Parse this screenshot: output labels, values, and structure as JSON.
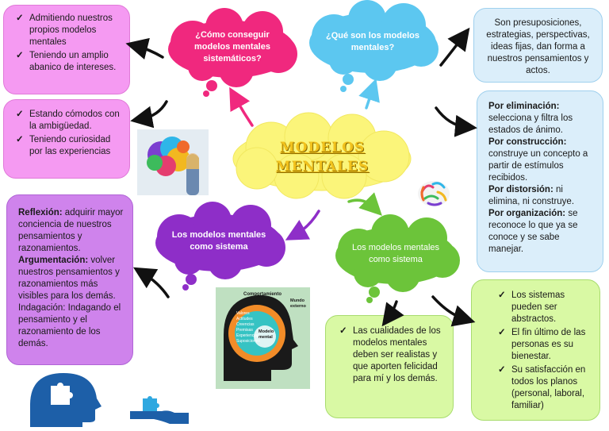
{
  "center": {
    "title_line1": "MODELOS",
    "title_line2": "MENTALES"
  },
  "clouds": {
    "como": "¿Cómo conseguir modelos mentales sistemáticos?",
    "que": "¿Qué son los modelos mentales?",
    "sistema_left": "Los modelos mentales como sistema",
    "sistema_right": "Los modelos mentales como sistema"
  },
  "boxes": {
    "top_left": [
      "Admitiendo nuestros propios modelos mentales",
      "Teniendo un amplio abanico de intereses."
    ],
    "mid_left": [
      "Estando cómodos con la ambigüedad.",
      "Teniendo curiosidad por las experiencias"
    ],
    "top_right": "Son presuposiciones, estrategias, perspectivas, ideas fijas, dan forma a nuestros pensamientos y actos.",
    "mid_right": [
      {
        "label": "Por eliminación:",
        "text": "selecciona y filtra los estados de ánimo."
      },
      {
        "label": "Por construcción:",
        "text": "construye un concepto a partir de estímulos recibidos."
      },
      {
        "label": "Por distorsión:",
        "text": "ni elimina, ni construye."
      },
      {
        "label": "Por organización:",
        "text": "se reconoce lo que ya se conoce y se sabe manejar."
      }
    ],
    "bottom_left": [
      {
        "label": "Reflexión:",
        "text": "adquirir mayor conciencia de nuestros pensamientos y razonamientos."
      },
      {
        "label": "Argumentación:",
        "text": "volver nuestros pensamientos y razonamientos más visibles para los demás."
      },
      {
        "label": "",
        "text": "Indagación: Indagando el pensamiento y el razonamiento de los demás."
      }
    ],
    "bottom_center": [
      "Las cualidades de los modelos mentales deben ser realistas y que aporten felicidad para mí y los demás."
    ],
    "bottom_right": [
      "Los sistemas pueden ser abstractos.",
      "El fin último de las personas es su bienestar.",
      "Su satisfacción en todos los planos (personal, laboral, familiar)"
    ]
  },
  "diagram": {
    "top_label": "Comportamiento",
    "world_label": "Mundo externo",
    "center_label": "Modelo mental",
    "items": [
      "Valores",
      "Actitudes",
      "Creencias",
      "Premisas",
      "Experiencias",
      "Suposiciones"
    ]
  },
  "colors": {
    "magenta": "#f0287e",
    "cyan": "#5cc7f0",
    "purple": "#8e2ec8",
    "green": "#6cc43a",
    "pink_box": "#f59af2",
    "blue_box": "#dbeefa",
    "purple_box": "#cf83ec",
    "green_box": "#d9f9a4",
    "center_cloud": "#fbf57a",
    "title": "#f2c21c"
  },
  "icons": [
    "brain-icon",
    "colorful-brain-icon",
    "head-puzzle-icon",
    "puzzle-hand-icon",
    "arrow-icon"
  ]
}
